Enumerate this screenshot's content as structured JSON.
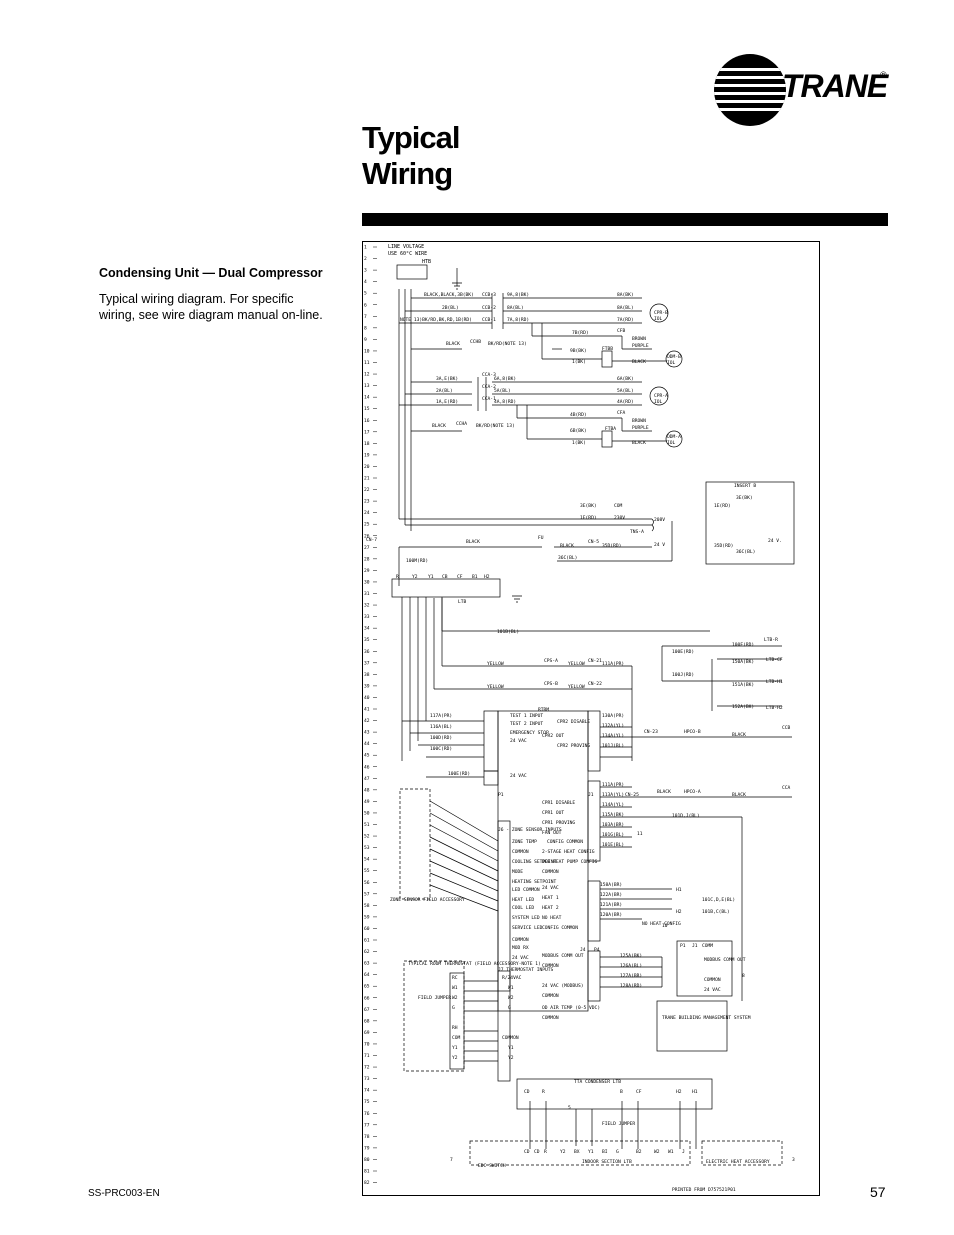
{
  "brand": {
    "name": "TRANE",
    "reg_mark": "®",
    "icon": "trane-logo-icon"
  },
  "page": {
    "title_line1": "Typical",
    "title_line2": "Wiring",
    "doc_code": "SS-PRC003-EN",
    "page_number": "57"
  },
  "sidebar": {
    "heading": "Condensing Unit — Dual Compressor",
    "body": "Typical wiring diagram. For specific wiring, see wire diagram manual on-line."
  },
  "diagram": {
    "header_line1": "LINE VOLTAGE",
    "header_line2": "USE 60°C WIRE",
    "htb": "HTB",
    "labels": [
      "BLACK,BLACK,3B(BK)",
      "CCB-3",
      "9A,8(BK)",
      "8A(BK)",
      "CPR-B",
      "IOL",
      "2B(BL)",
      "CCB-2",
      "8A(BL)",
      "8A(BL)",
      "NOTE 13)BK/RD,BK,RD,1B(RD)",
      "CCB-1",
      "7A,8(RD)",
      "7A(RD)",
      "7B(RD)",
      "CFB",
      "BROWN",
      "PURPLE",
      "BLACK",
      "CCHB",
      "BK/RD(NOTE 13)",
      "9B(BK)",
      "FTBB",
      "1(BK)",
      "BLACK",
      "ODM-B",
      "IOL",
      "3A,E(BK)",
      "CCA-3",
      "6A,8(BK)",
      "6A(BK)",
      "2A(BL)",
      "CCA-2",
      "5A(BL)",
      "5A(BL)",
      "CPR-A",
      "IOL",
      "1A,E(RD)",
      "CCA-1",
      "4A,8(RD)",
      "4A(RD)",
      "4B(RD)",
      "CFA",
      "BROWN",
      "PURPLE",
      "BLACK",
      "CCHA",
      "BK/RD(NOTE 13)",
      "6B(BK)",
      "FTBA",
      "1(BK)",
      "BLACK",
      "ODM-A",
      "IOL",
      "INSERT B",
      "3E(BK)",
      "1E(RD)",
      "24 V.",
      "35D(RD)",
      "36C(BL)",
      "3E(BK)",
      "COM",
      "1E(RD)",
      "230V",
      "208V",
      "TNS-A",
      "CN-7",
      "BLACK",
      "FU",
      "BLACK",
      "CN-5",
      "35D(RD)",
      "24 V",
      "100M(RD)",
      "36C(BL)",
      "R",
      "Y2",
      "Y1",
      "CB",
      "CF",
      "B1",
      "H2",
      "LTB",
      "101B(BL)",
      "LTB-R",
      "100F(RD)",
      "LTB-CF",
      "150A(BK)",
      "LTB-H1",
      "151A(BK)",
      "LTB-H2",
      "152A(BK)",
      "100E(RD)",
      "100J(RD)",
      "YELLOW",
      "CPS-A",
      "YELLOW",
      "CN-21",
      "111A(PR)",
      "YELLOW",
      "CPS-B",
      "YELLOW",
      "CN-22",
      "RTRM",
      "117A(PR)",
      "116A(BL)",
      "100D(RD)",
      "100C(RD)",
      "TEST 1 INPUT",
      "TEST 2 INPUT",
      "EMERGENCY STOP",
      "24 VAC",
      "CPR2 DISABLE",
      "CPR2 OUT",
      "CPR2 PROVING",
      "CN-23",
      "130A(PR)",
      "132A(YL)",
      "134A(YL)",
      "101J(BL)",
      "HPCO-B",
      "BLACK",
      "CCB",
      "100E(RD)",
      "24 VAC",
      "P1",
      "J1",
      "CPR1 DISABLE",
      "CPR1 OUT",
      "CPR1 PROVING",
      "FAN OUT",
      "CONFIG COMMON",
      "2-STAGE HEAT CONFIG",
      "DEF HEAT PUMP CONFIG",
      "COMMON",
      "111A(PR)",
      "113A(YL)",
      "114A(YL)",
      "115A(BK)",
      "103A(BR)",
      "101G(BL)",
      "101E(BL)",
      "CN-25",
      "BLACK",
      "HPCO-A",
      "BLACK",
      "CCA",
      "101D,J(BL)",
      "11",
      "J6 - ZONE SENSOR INPUTS",
      "ZONE TEMP",
      "COMMON",
      "COOLING SETPOINT",
      "MODE",
      "HEATING SETPOINT",
      "LED COMMON",
      "HEAT LED",
      "COOL LED",
      "SYSTEM LED",
      "SERVICE LED",
      "COMMON",
      "MOD RX",
      "24 VAC",
      "J7 THERMOSTAT INPUTS",
      "24 VAC",
      "HEAT 1",
      "HEAT 2",
      "NO HEAT",
      "CONFIG COMMON",
      "158A(BR)",
      "122A(BR)",
      "121A(BR)",
      "120A(BR)",
      "H1",
      "H2",
      "101C,D,E(BL)",
      "101B,C(BL)",
      "NO HEAT CONFIG",
      "10",
      "J4",
      "P4",
      "MODBUS COMM OUT",
      "COMMON",
      "125A(BK)",
      "126A(BL)",
      "127A(BR)",
      "128A(RD)",
      "24 VAC (MODBUS)",
      "COMMON",
      "P1",
      "J1",
      "COMM",
      "MODBUS COMM OUT",
      "COMMON",
      "24 VAC",
      "8",
      "TRANE BUILDING MANAGEMENT SYSTEM",
      "OD AIR TEMP (0-5 VDC)",
      "COMMON",
      "TYPICAL ROOM THERMOSTAT (FIELD ACCESSORY-NOTE 1)",
      "RC",
      "W1",
      "W2",
      "G",
      "RH",
      "COM",
      "Y1",
      "Y2",
      "R/24VAC",
      "W1",
      "W2",
      "G",
      "COMMON",
      "Y1",
      "Y2",
      "FIELD JUMPER",
      "ZONE SENSOR FIELD ACCESSORY",
      "TTA CONDENSER LTB",
      "CD",
      "R",
      "B",
      "CF",
      "H2",
      "H1",
      "5",
      "FIELD JUMPER",
      "7",
      "CD",
      "CD",
      "R",
      "Y2",
      "BX",
      "Y1",
      "BI",
      "G",
      "B2",
      "W2",
      "W1",
      "J",
      "EDC SWITCH",
      "INDOOR SECTION LTB",
      "ELECTRIC HEAT ACCESSORY",
      "3",
      "PRINTED FROM D757521P01"
    ]
  }
}
